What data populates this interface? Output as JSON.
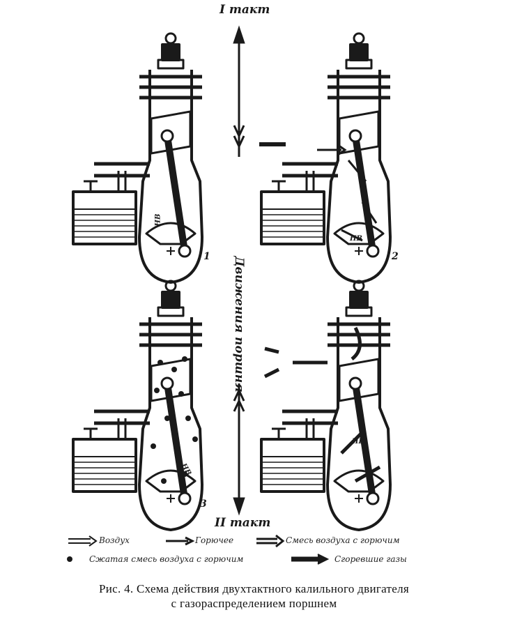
{
  "header": {
    "stroke1": "I такт",
    "stroke2": "II такт"
  },
  "axis_label": "Движения поршня",
  "panels": [
    {
      "number": "1",
      "nv": "НВ"
    },
    {
      "number": "2",
      "nv": "НВ"
    },
    {
      "number": "3",
      "nv": "НВ"
    },
    {
      "number": "",
      "nv": "НВ"
    }
  ],
  "legend": {
    "air": "Воздух",
    "fuel": "Горючее",
    "mixture": "Смесь воздуха с горючим",
    "compressed": "Сжатая смесь воздуха с горючим",
    "exhaust": "Сгоревшие газы"
  },
  "caption": {
    "line1": "Рис. 4. Схема действия двухтактного калильного двигателя",
    "line2": "с газораспределением поршнем"
  },
  "colors": {
    "ink": "#1a1a1a",
    "paper": "#ffffff"
  }
}
